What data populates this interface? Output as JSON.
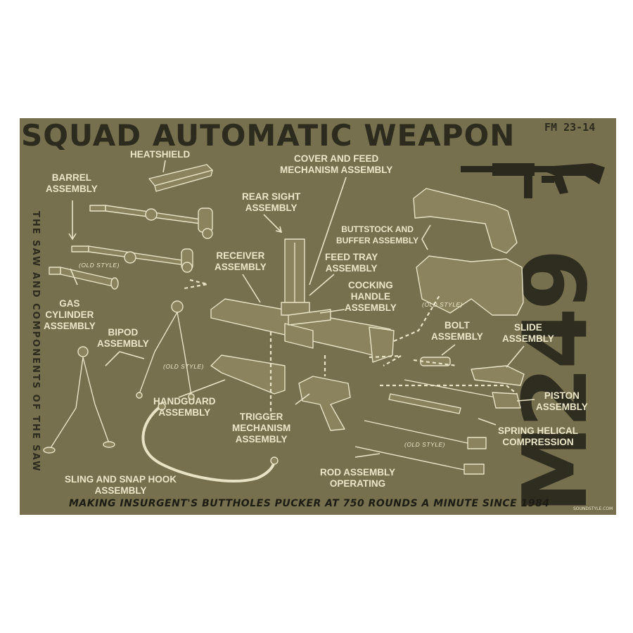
{
  "title": "SQUAD AUTOMATIC WEAPON",
  "manual": "FM 23-14",
  "side_text": "THE SAW AND COMPONENTS OF THE SAW",
  "model": "M249",
  "slogan": "MAKING INSURGENT'S BUTTHOLES PUCKER AT 750 ROUNDS A MINUTE SINCE 1984",
  "credit": "SOUNDSTYLE.COM",
  "old_style": "(OLD STYLE)",
  "labels": {
    "heatshield": "HEATSHIELD",
    "cover": "COVER AND FEED\nMECHANISM ASSEMBLY",
    "barrel": "BARREL\nASSEMBLY",
    "rear_sight": "REAR SIGHT\nASSEMBLY",
    "buttstock": "BUTTSTOCK AND\nBUFFER ASSEMBLY",
    "receiver": "RECEIVER\nASSEMBLY",
    "feed_tray": "FEED TRAY\nASSEMBLY",
    "cocking": "COCKING\nHANDLE\nASSEMBLY",
    "gas": "GAS\nCYLINDER\nASSEMBLY",
    "bipod": "BIPOD\nASSEMBLY",
    "bolt": "BOLT\nASSEMBLY",
    "slide": "SLIDE\nASSEMBLY",
    "handguard": "HANDGUARD\nASSEMBLY",
    "trigger": "TRIGGER\nMECHANISM\nASSEMBLY",
    "piston": "PISTON\nASSEMBLY",
    "spring": "SPRING HELICAL\nCOMPRESSION",
    "sling": "SLING AND SNAP HOOK\nASSEMBLY",
    "rod": "ROD ASSEMBLY\nOPERATING"
  }
}
